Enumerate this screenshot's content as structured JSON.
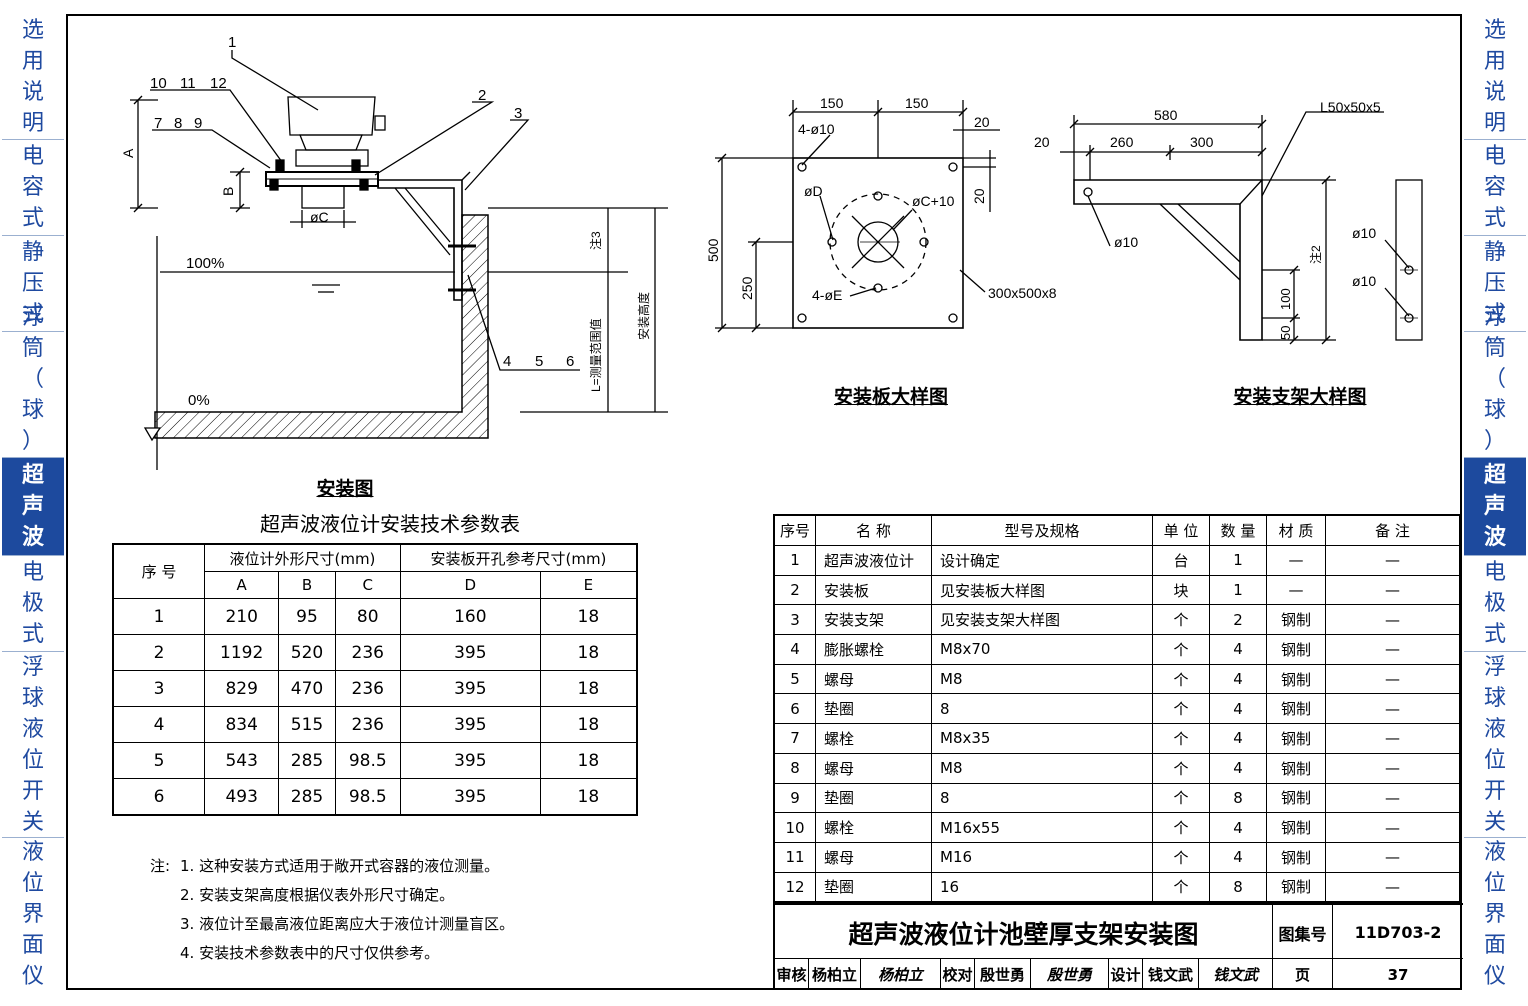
{
  "sidebar": {
    "items": [
      {
        "label": "选用说明",
        "active": false
      },
      {
        "label": "电容式",
        "active": false
      },
      {
        "label": "静压式",
        "active": false
      },
      {
        "label": "浮筒（球）式",
        "active": false
      },
      {
        "label": "超声波",
        "active": true
      },
      {
        "label": "电极式",
        "active": false
      },
      {
        "label": "浮球液位开关",
        "active": false
      },
      {
        "label": "液位界面仪",
        "active": false
      }
    ]
  },
  "install_drawing": {
    "caption": "安装图",
    "callouts": [
      "1",
      "10",
      "11",
      "12",
      "7",
      "8",
      "9",
      "2",
      "3",
      "4",
      "5",
      "6"
    ],
    "dims": {
      "a": "A",
      "b": "B",
      "c": "øC"
    },
    "level_100": "100%",
    "level_0": "0%",
    "vlabel_note3": "注3",
    "vlabel_measure": "L=测量范围值",
    "vlabel_install_height": "安装高度"
  },
  "plate_drawing": {
    "caption": "安装板大样图",
    "dims": [
      "150",
      "150",
      "20",
      "20",
      "500",
      "250"
    ],
    "holes_top": "4-ø10",
    "hole_d": "øD",
    "hole_c": "øC+10",
    "holes_e": "4-øE",
    "plate_spec": "300x500x8"
  },
  "bracket_drawing": {
    "caption": "安装支架大样图",
    "dims": [
      "580",
      "20",
      "260",
      "300",
      "100",
      "50"
    ],
    "angle_spec": "L50x50x5",
    "hole1": "ø10",
    "hole2": "ø10",
    "hole3": "ø10",
    "note2": "注2"
  },
  "param_table": {
    "title": "超声波液位计安装技术参数表",
    "header_no": "序   号",
    "group1": "液位计外形尺寸(mm)",
    "group2": "安装板开孔参考尺寸(mm)",
    "cols": [
      "A",
      "B",
      "C",
      "D",
      "E"
    ],
    "rows": [
      [
        "1",
        "210",
        "95",
        "80",
        "160",
        "18"
      ],
      [
        "2",
        "1192",
        "520",
        "236",
        "395",
        "18"
      ],
      [
        "3",
        "829",
        "470",
        "236",
        "395",
        "18"
      ],
      [
        "4",
        "834",
        "515",
        "236",
        "395",
        "18"
      ],
      [
        "5",
        "543",
        "285",
        "98.5",
        "395",
        "18"
      ],
      [
        "6",
        "493",
        "285",
        "98.5",
        "395",
        "18"
      ]
    ]
  },
  "notes": {
    "label": "注:",
    "items": [
      "1. 这种安装方式适用于敞开式容器的液位测量。",
      "2. 安装支架高度根据仪表外形尺寸确定。",
      "3. 液位计至最高液位距离应大于液位计测量盲区。",
      "4. 安装技术参数表中的尺寸仅供参考。"
    ]
  },
  "parts_table": {
    "headers": [
      "序号",
      "名        称",
      "型号及规格",
      "单 位",
      "数 量",
      "材 质",
      "备     注"
    ],
    "rows": [
      [
        "1",
        "超声波液位计",
        "设计确定",
        "台",
        "1",
        "—",
        "—"
      ],
      [
        "2",
        "安装板",
        "见安装板大样图",
        "块",
        "1",
        "—",
        "—"
      ],
      [
        "3",
        "安装支架",
        "见安装支架大样图",
        "个",
        "2",
        "钢制",
        "—"
      ],
      [
        "4",
        "膨胀螺栓",
        "M8x70",
        "个",
        "4",
        "钢制",
        "—"
      ],
      [
        "5",
        "螺母",
        "M8",
        "个",
        "4",
        "钢制",
        "—"
      ],
      [
        "6",
        "垫圈",
        "8",
        "个",
        "4",
        "钢制",
        "—"
      ],
      [
        "7",
        "螺栓",
        "M8x35",
        "个",
        "4",
        "钢制",
        "—"
      ],
      [
        "8",
        "螺母",
        "M8",
        "个",
        "4",
        "钢制",
        "—"
      ],
      [
        "9",
        "垫圈",
        "8",
        "个",
        "8",
        "钢制",
        "—"
      ],
      [
        "10",
        "螺栓",
        "M16x55",
        "个",
        "4",
        "钢制",
        "—"
      ],
      [
        "11",
        "螺母",
        "M16",
        "个",
        "4",
        "钢制",
        "—"
      ],
      [
        "12",
        "垫圈",
        "16",
        "个",
        "8",
        "钢制",
        "—"
      ]
    ]
  },
  "title_block": {
    "title": "超声波液位计池壁厚支架安装图",
    "atlas_label": "图集号",
    "atlas_no": "11D703-2",
    "review_label": "审核",
    "reviewer": "杨柏立",
    "check_label": "校对",
    "checker": "殷世勇",
    "design_label": "设计",
    "designer": "钱文武",
    "page_label": "页",
    "page_no": "37"
  },
  "colors": {
    "sidebar_text": "#1f4aa0",
    "sidebar_active_bg": "#1d4a9e",
    "divider": "#9bb0d0"
  }
}
